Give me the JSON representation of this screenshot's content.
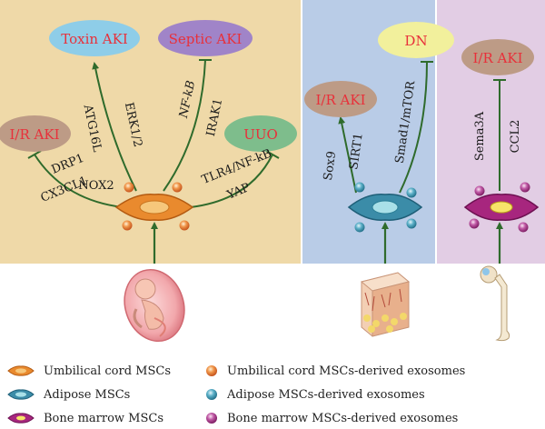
{
  "panels": [
    {
      "id": "umbilical",
      "bg": "#efd9a8"
    },
    {
      "id": "adipose",
      "bg": "#b9cce7"
    },
    {
      "id": "bone_marrow",
      "bg": "#e2cde4"
    }
  ],
  "targets": {
    "toxin_aki": {
      "text": "Toxin AKI",
      "fill": "#8ecde8",
      "color": "#e8303a"
    },
    "septic_aki": {
      "text": "Septic AKI",
      "fill": "#a084c8",
      "color": "#e8303a"
    },
    "ir_aki_uc": {
      "text": "I/R AKI",
      "fill": "#bd9b86",
      "color": "#e8303a"
    },
    "uuo": {
      "text": "UUO",
      "fill": "#7ebd8c",
      "color": "#e8303a"
    },
    "ir_aki_ad": {
      "text": "I/R AKI",
      "fill": "#bd9b86",
      "color": "#e8303a"
    },
    "dn": {
      "text": "DN",
      "fill": "#f2f09c",
      "color": "#e8303a"
    },
    "ir_aki_bm": {
      "text": "I/R AKI",
      "fill": "#bd9b86",
      "color": "#e8303a"
    }
  },
  "mediators": {
    "erk": "ERK1/2",
    "atg": "ATG16L",
    "nfkb": "NF-kB",
    "irak": "IRAK1",
    "drp": "DRP1",
    "nox": "NOX2",
    "cx3": "CX3CL1",
    "tlr": "TLR4/NF-kB",
    "yap": "YAP",
    "sox": "Sox9",
    "sirt": "SIRT1",
    "smad": "Smad1/mTOR",
    "sema": "Sema3A",
    "ccl": "CCL2"
  },
  "icons": {
    "umbilical_source": "fetus-in-womb-icon",
    "adipose_source": "adipose-tissue-icon",
    "bone_marrow_source": "femur-bone-icon"
  },
  "colors": {
    "arrow": "#2f6b2c",
    "uc_cell": "#e98a2e",
    "ad_cell": "#3b8ca8",
    "bm_cell": "#a7267e",
    "uc_exo": "#e8793a",
    "ad_exo": "#4aa0b8",
    "bm_exo": "#b0489a"
  },
  "legend": {
    "uc_msc": "Umbilical cord MSCs",
    "ad_msc": "Adipose MSCs",
    "bm_msc": "Bone marrow MSCs",
    "uc_exo": "Umbilical cord MSCs-derived exosomes",
    "ad_exo": "Adipose MSCs-derived exosomes",
    "bm_exo": "Bone marrow MSCs-derived exosomes"
  }
}
